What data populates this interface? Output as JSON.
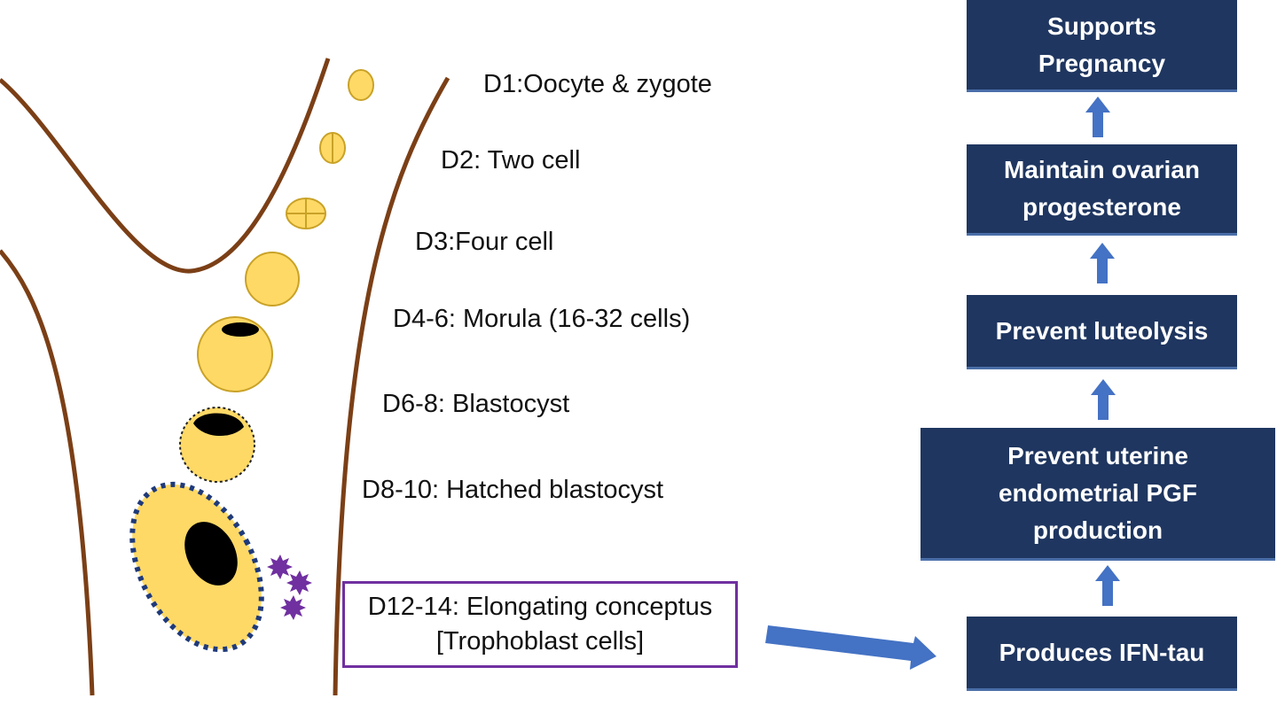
{
  "stages": [
    {
      "label": "D1:Oocyte & zygote"
    },
    {
      "label": "D2: Two cell"
    },
    {
      "label": "D3:Four cell"
    },
    {
      "label": "D4-6: Morula (16-32 cells)"
    },
    {
      "label": "D6-8: Blastocyst"
    },
    {
      "label": "D8-10: Hatched blastocyst"
    }
  ],
  "highlight": {
    "line1": "D12-14: Elongating conceptus",
    "line2": "[Trophoblast cells]"
  },
  "flow": [
    {
      "lines": [
        "Produces IFN-tau"
      ]
    },
    {
      "lines": [
        "Prevent uterine",
        "endometrial PGF",
        "production"
      ]
    },
    {
      "lines": [
        "Prevent luteolysis"
      ]
    },
    {
      "lines": [
        "Maintain ovarian",
        "progesterone"
      ]
    },
    {
      "lines": [
        "Supports",
        "Pregnancy"
      ]
    }
  ],
  "colors": {
    "tract_wall": "#7b3f16",
    "embryo_fill": "#ffd966",
    "embryo_stroke": "#c9a227",
    "inner_cell_mass": "#000000",
    "zona_dots": "#1f3a7a",
    "ifn_signal": "#7030a0",
    "highlight_border": "#7030a0",
    "flow_box": "#1f3660",
    "flow_text": "#ffffff",
    "arrow": "#4472c4"
  },
  "icons": [
    "oviduct-wall",
    "embryo",
    "ifn-tau-signal-icon",
    "up-arrow-icon",
    "right-arrow-icon"
  ]
}
